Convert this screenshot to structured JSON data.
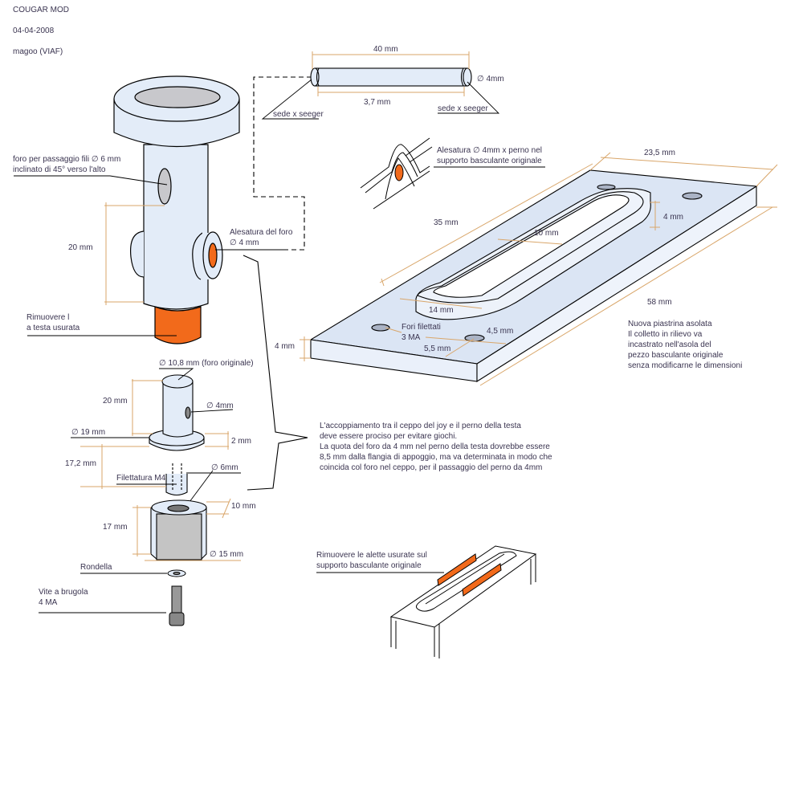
{
  "header": {
    "title": "COUGAR MOD",
    "date": "04-04-2008",
    "author": "magoo (VIAF)"
  },
  "colors": {
    "part_fill": "#e3ecf8",
    "hole_fill": "#c8c8cc",
    "worn_orange": "#f26a1b",
    "dimension_line": "#d9a66a",
    "outline": "#000000",
    "text": "#3a3450",
    "nut_face": "#c4c4c4"
  },
  "pin": {
    "length_label": "40 mm",
    "inner_label": "3,7 mm",
    "diameter_label": "∅ 4mm",
    "seat_left_label": "sede x seeger",
    "seat_right_label": "sede x seeger"
  },
  "head_part": {
    "wire_hole_label": "foro per passaggio fili ∅ 6 mm\ninclinato di 45° verso l'alto",
    "height_label": "20 mm",
    "bore_label": "Alesatura del foro\n∅ 4 mm",
    "remove_label": "Rimuovere l\na testa usurata"
  },
  "support_detail": {
    "label": "Alesatura ∅ 4mm  x perno  nel\nsupporto basculante originale"
  },
  "plate": {
    "width_label": "23,5 mm",
    "collar_height_label": "4 mm",
    "slot_length_label": "35 mm",
    "slot_width_label": "10 mm",
    "collar_width_label": "14 mm",
    "length_label": "58 mm",
    "thickness_label": "4 mm",
    "holes_label": "Fori filettati\n3 MA",
    "hole_offset_a_label": "4,5 mm",
    "hole_offset_b_label": "5,5 mm",
    "description": "Nuova piastrina asolata\nIl colletto in rilievo va\nincastrato nell'asola del\npezzo basculante originale\nsenza modificarne le dimensioni"
  },
  "new_pin": {
    "top_diameter_label": "∅ 10,8 mm (foro originale)",
    "height_label": "20 mm",
    "cross_hole_label": "∅ 4mm",
    "flange_diameter_label": "∅ 19 mm",
    "flange_thickness_label": "2 mm",
    "shank_length_label": "17,2 mm",
    "thread_label": "Filettatura M4",
    "shank_diameter_label": "∅ 6mm"
  },
  "spacer": {
    "height_label": "17 mm",
    "width_label": "10 mm",
    "diameter_label": "∅ 15 mm",
    "washer_label": "Rondella",
    "screw_label": "Vite a brugola\n4 MA"
  },
  "note": {
    "text": "L'accoppiamento tra il ceppo del joy e il perno della testa\ndeve essere prociso per evitare giochi.\nLa quota del foro da 4 mm nel perno della testa dovrebbe essere\n8,5 mm dalla flangia di appoggio, ma va determinata in modo che\ncoincida col foro nel ceppo, per il passaggio del perno da 4mm"
  },
  "rocker": {
    "label": "Rimuovere le alette usurate sul\nsupporto basculante originale"
  }
}
